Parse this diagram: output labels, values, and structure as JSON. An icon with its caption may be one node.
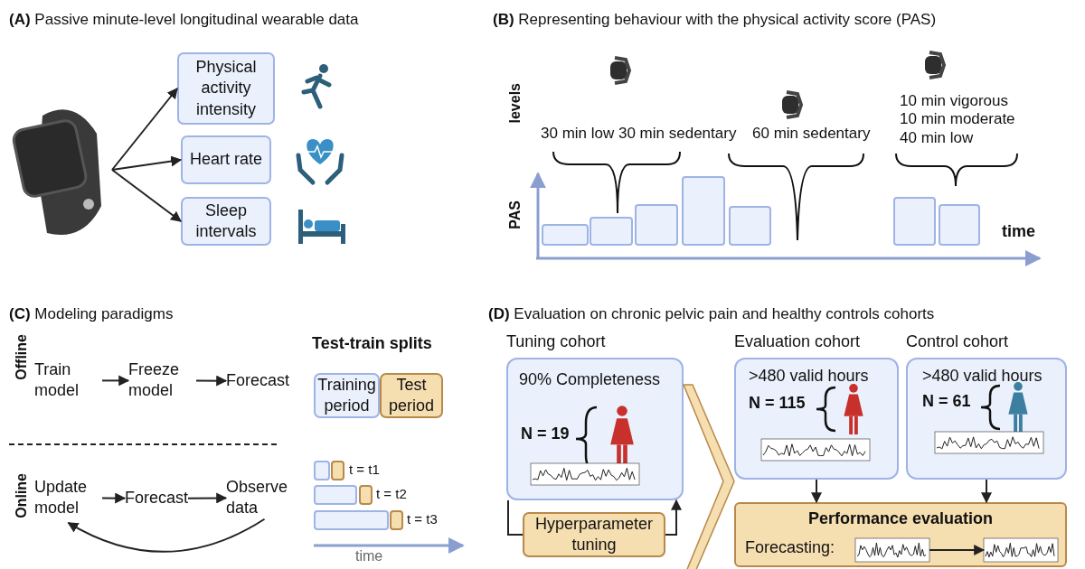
{
  "diagram": {
    "nodes": [
      {
        "text": [],
        "shape": "picture"
      },
      {
        "text": [
          "Physical activity intensity"
        ]
      },
      {
        "text": [
          "Heart rate"
        ]
      },
      {
        "text": [
          "Sleep intervals"
        ]
      },
      {
        "text": [],
        "shape": "bar"
      },
      {
        "text": [],
        "shape": "bar"
      },
      {
        "text": [],
        "shape": "bar"
      },
      {
        "text": [],
        "shape": "bar"
      },
      {
        "text": [],
        "shape": "bar"
      },
      {
        "text": [],
        "shape": "bar"
      },
      {
        "text": [],
        "shape": "bar"
      },
      {
        "text": [
          "Train model"
        ]
      },
      {
        "text": [
          "Freeze model"
        ]
      },
      {
        "text": [
          "Forecast"
        ]
      },
      {
        "text": [
          "Training period"
        ]
      },
      {
        "text": [
          "Test period"
        ]
      },
      {
        "text": [
          "Update model"
        ]
      },
      {
        "text": [
          "Forecast"
        ]
      },
      {
        "text": [
          "Observe data"
        ]
      },
      {
        "text": [],
        "shape": "box"
      },
      {
        "text": [],
        "shape": "box"
      },
      {
        "text": [],
        "shape": "box"
      },
      {
        "text": [],
        "shape": "box"
      },
      {
        "text": [],
        "shape": "box"
      },
      {
        "text": [],
        "shape": "box"
      },
      {
        "text": [
          "Tuning cohort",
          "90% Completeness",
          "N = 19"
        ]
      },
      {
        "text": [
          "Hyperparameter tuning"
        ]
      },
      {
        "text": [
          "Evaluation cohort",
          ">480 valid hours",
          "N = 115"
        ]
      },
      {
        "text": [
          "Control cohort",
          ">480 valid hours",
          "N = 61"
        ]
      },
      {
        "text": [
          "Performance evaluation",
          "Forecasting:"
        ]
      },
      {
        "text": [],
        "shape": "picture",
        "in": 29
      },
      {
        "text": [],
        "shape": "picture",
        "in": 29
      }
    ],
    "edges": [
      {
        "from": 0,
        "to": 1,
        "arrow": "to"
      },
      {
        "from": 0,
        "to": 2,
        "arrow": "to"
      },
      {
        "from": 0,
        "to": 3,
        "arrow": "to"
      },
      {
        "from": 11,
        "to": 12,
        "arrow": "to"
      },
      {
        "from": 12,
        "to": 13,
        "arrow": "to"
      },
      {
        "from": 16,
        "to": 17,
        "arrow": "to"
      },
      {
        "from": 17,
        "to": 18,
        "arrow": "to"
      },
      {
        "from": 18,
        "to": 16,
        "arrow": "to"
      },
      {
        "from": 25,
        "to": 26,
        "arrow": "none"
      },
      {
        "from": 26,
        "to": 25,
        "arrow": "to"
      },
      {
        "from": 25,
        "to": 27,
        "arrow": "to"
      },
      {
        "from": 27,
        "to": 29,
        "arrow": "to"
      },
      {
        "from": 28,
        "to": 29,
        "arrow": "to"
      },
      {
        "from": 30,
        "to": 31,
        "arrow": "to"
      }
    ],
    "labels": [
      "**(A)** Passive minute-level longitudinal wearable data",
      "**(B)** Representing behaviour with the  physical activity score (PAS)",
      "levels",
      "30 min low 30 min sedentary",
      "60 min sedentary",
      "10 min vigorous 10 min moderate 40 min low",
      "PAS",
      "time",
      "**(C)** Modeling paradigms",
      "**(D)** Evaluation on chronic pelvic pain and healthy controls cohorts",
      "Offline",
      "Test-train splits",
      "Online",
      "t = t1",
      "t = t2",
      "t = t3",
      "time"
    ]
  }
}
